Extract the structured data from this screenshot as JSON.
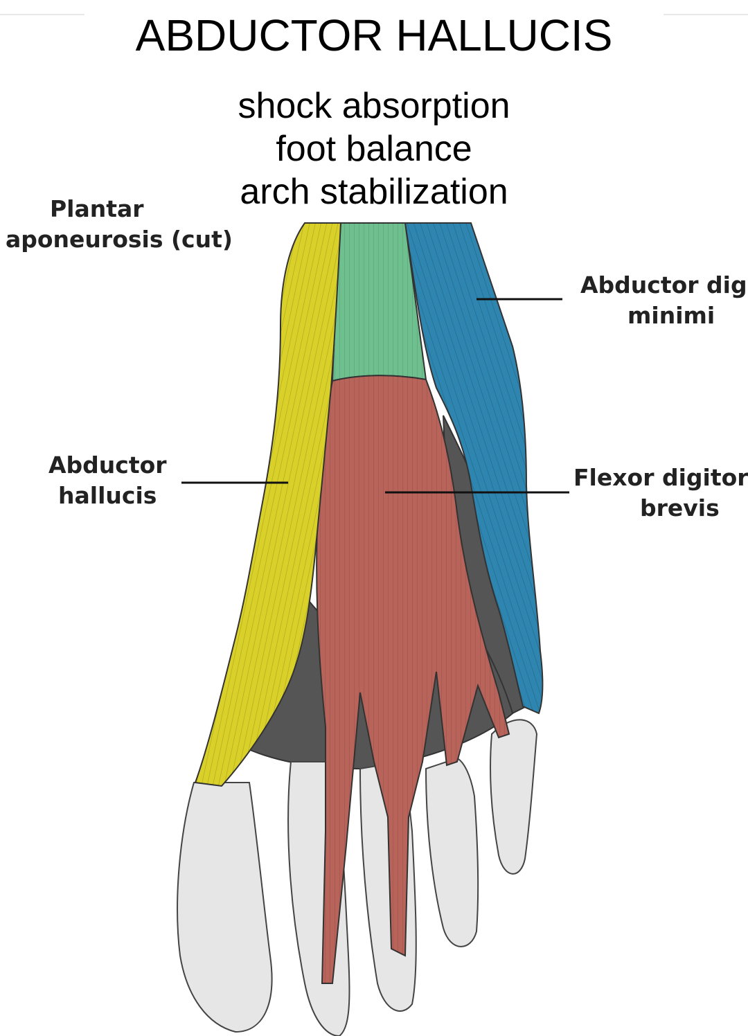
{
  "title": "ABDUCTOR HALLUCIS",
  "functions": [
    "shock absorption",
    "foot balance",
    "arch stabilization"
  ],
  "labels": {
    "plantar_aponeurosis": [
      "Plantar",
      "aponeurosis (cut)"
    ],
    "abductor_hallucis": [
      "Abductor",
      "hallucis"
    ],
    "abductor_digiti_minimi": [
      "Abductor dig",
      "minimi"
    ],
    "flexor_digitorum_brevis": [
      "Flexor digitor",
      "brevis"
    ]
  },
  "colors": {
    "abductor_hallucis": "#d9d12a",
    "plantar_aponeurosis": "#6fc08f",
    "flexor_digitorum_brevis": "#b9645a",
    "abductor_digiti_minimi": "#2e86b0",
    "deep_tissue": "#555555",
    "bone_tendon": "#e6e6e6"
  }
}
